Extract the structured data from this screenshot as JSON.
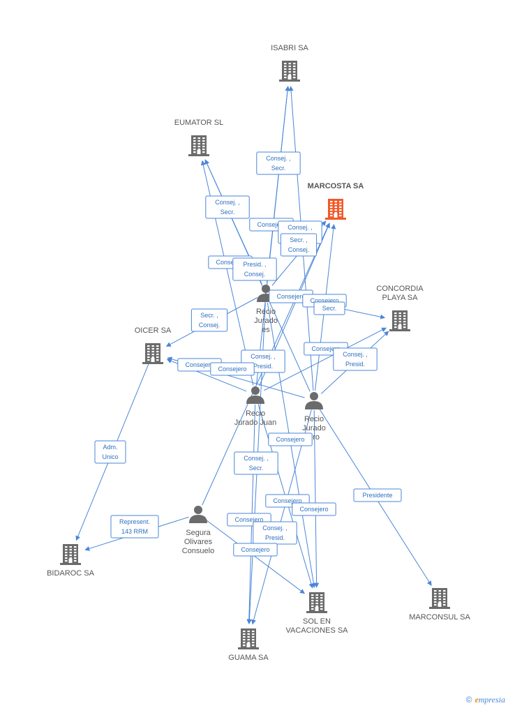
{
  "colors": {
    "company": "#6b6b6b",
    "highlight": "#f05a2a",
    "person": "#6b6b6b",
    "edge": "#4a86d8",
    "edgeText": "#2e6fbf"
  },
  "brand": {
    "symbol": "©",
    "initial": "e",
    "rest": "mpresia"
  },
  "nodes": [
    {
      "id": "isabri",
      "kind": "company",
      "lines": [
        "ISABRI SA"
      ]
    },
    {
      "id": "eumator",
      "kind": "company",
      "lines": [
        "EUMATOR  SL"
      ]
    },
    {
      "id": "marcosta",
      "kind": "company",
      "highlight": true,
      "lines": [
        "MARCOSTA SA"
      ]
    },
    {
      "id": "concordia",
      "kind": "company",
      "lines": [
        "CONCORDIA",
        "PLAYA SA"
      ]
    },
    {
      "id": "oicer",
      "kind": "company",
      "lines": [
        "OICER SA"
      ]
    },
    {
      "id": "bidaroc",
      "kind": "company",
      "lines": [
        "BIDAROC SA"
      ]
    },
    {
      "id": "guama",
      "kind": "company",
      "lines": [
        "GUAMA SA"
      ]
    },
    {
      "id": "sol",
      "kind": "company",
      "lines": [
        "SOL EN",
        "VACACIONES SA"
      ]
    },
    {
      "id": "marconsul",
      "kind": "company",
      "lines": [
        "MARCONSUL SA"
      ]
    },
    {
      "id": "p1",
      "kind": "person",
      "lines": [
        "Recio",
        "Jurado",
        "es"
      ]
    },
    {
      "id": "p2",
      "kind": "person",
      "lines": [
        "Recio",
        "Jurado Juan"
      ]
    },
    {
      "id": "p3",
      "kind": "person",
      "lines": [
        "Recio",
        "Jurado",
        "oro"
      ]
    },
    {
      "id": "p4",
      "kind": "person",
      "lines": [
        "Segura",
        "Olivares",
        "Consuelo"
      ]
    }
  ],
  "edges": [
    {
      "from": "p1",
      "to": "isabri"
    },
    {
      "from": "p2",
      "to": "isabri"
    },
    {
      "from": "p3",
      "to": "isabri"
    },
    {
      "from": "p1",
      "to": "eumator"
    },
    {
      "from": "p2",
      "to": "eumator"
    },
    {
      "from": "p3",
      "to": "eumator"
    },
    {
      "from": "p1",
      "to": "marcosta"
    },
    {
      "from": "p2",
      "to": "marcosta"
    },
    {
      "from": "p3",
      "to": "marcosta"
    },
    {
      "from": "p4",
      "to": "marcosta"
    },
    {
      "from": "p1",
      "to": "concordia"
    },
    {
      "from": "p2",
      "to": "concordia"
    },
    {
      "from": "p3",
      "to": "concordia"
    },
    {
      "from": "p1",
      "to": "oicer"
    },
    {
      "from": "p2",
      "to": "oicer"
    },
    {
      "from": "p3",
      "to": "oicer"
    },
    {
      "from": "oicer",
      "to": "bidaroc"
    },
    {
      "from": "p4",
      "to": "bidaroc"
    },
    {
      "from": "p1",
      "to": "guama"
    },
    {
      "from": "p2",
      "to": "guama"
    },
    {
      "from": "p3",
      "to": "guama"
    },
    {
      "from": "p1",
      "to": "sol"
    },
    {
      "from": "p2",
      "to": "sol"
    },
    {
      "from": "p3",
      "to": "sol"
    },
    {
      "from": "p4",
      "to": "sol"
    },
    {
      "from": "p3",
      "to": "marconsul"
    }
  ],
  "edge_labels": [
    {
      "lines": [
        "Consej. ,",
        "Secr."
      ]
    },
    {
      "lines": [
        "Consej. ,",
        "Secr."
      ]
    },
    {
      "lines": [
        "Consejero"
      ]
    },
    {
      "lines": [
        "Consej. ,",
        "Presid."
      ]
    },
    {
      "lines": [
        "Secr. ,",
        "Consej."
      ]
    },
    {
      "lines": [
        "Consejero"
      ]
    },
    {
      "lines": [
        "Presid. ,",
        "Consej."
      ]
    },
    {
      "lines": [
        "Consejero"
      ]
    },
    {
      "lines": [
        "Consejero"
      ]
    },
    {
      "lines": [
        "Secr."
      ]
    },
    {
      "lines": [
        "Secr. ,",
        "Consej."
      ]
    },
    {
      "lines": [
        "Consejero"
      ]
    },
    {
      "lines": [
        "Consej. ,",
        "Presid."
      ]
    },
    {
      "lines": [
        "Consejero"
      ]
    },
    {
      "lines": [
        "Consejero"
      ]
    },
    {
      "lines": [
        "Consej. ,",
        "Presid."
      ]
    },
    {
      "lines": [
        "Adm.",
        "Unico"
      ]
    },
    {
      "lines": [
        "Consejero"
      ]
    },
    {
      "lines": [
        "Consej. ,",
        "Secr."
      ]
    },
    {
      "lines": [
        "Presidente"
      ]
    },
    {
      "lines": [
        "Consejero"
      ]
    },
    {
      "lines": [
        "Consejero"
      ]
    },
    {
      "lines": [
        "Represent.",
        "143 RRM"
      ]
    },
    {
      "lines": [
        "Consejero"
      ]
    },
    {
      "lines": [
        "Consej. ,",
        "Presid."
      ]
    },
    {
      "lines": [
        "Consejero"
      ]
    }
  ]
}
